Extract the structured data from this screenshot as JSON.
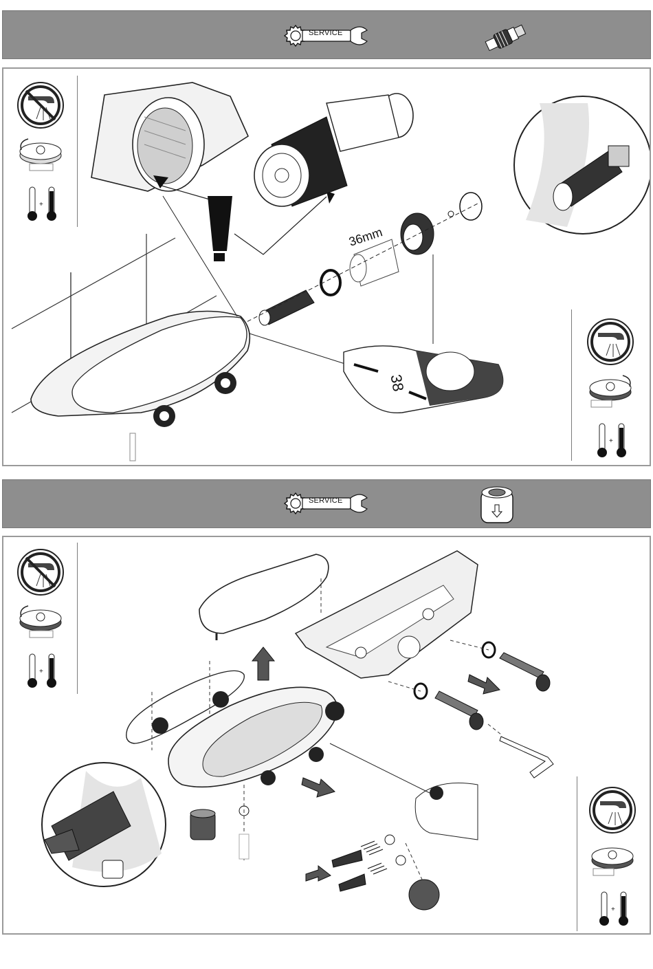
{
  "steps": [
    {
      "badge": "SERVICE",
      "part_icon": "thermostatic-cartridge-icon"
    },
    {
      "badge": "SERVICE",
      "part_icon": "check-valve-insert-icon"
    }
  ],
  "step1": {
    "wrench_size": "36mm"
  }
}
